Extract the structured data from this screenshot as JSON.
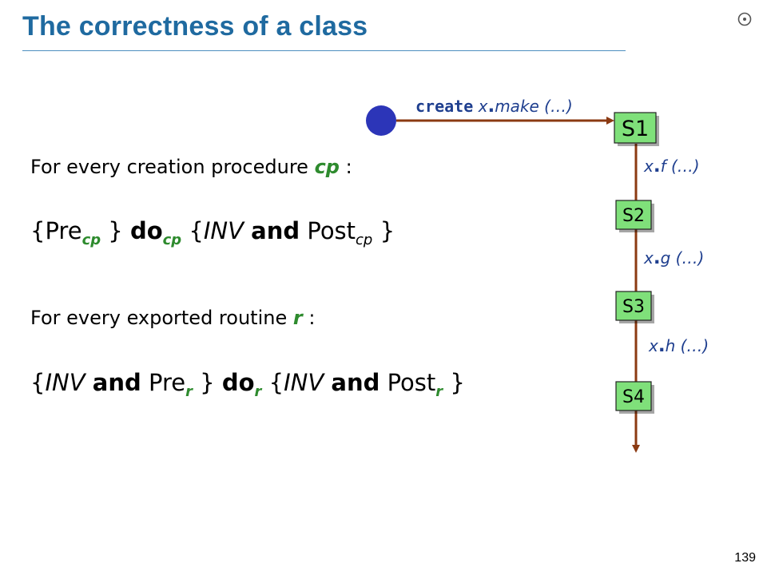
{
  "slide": {
    "title": "The correctness of a class",
    "page_number": "139"
  },
  "rule_creation": {
    "intro_text": "For every creation procedure ",
    "intro_var": "cp",
    "intro_colon": " :",
    "open_brace": "{",
    "pre": "Pre",
    "pre_sub": "cp",
    "close_brace": "}",
    "do": "do",
    "do_sub": "cp",
    "open_brace2": "{",
    "inv": "INV",
    "and": "and",
    "post": "Post",
    "post_sub": "cp",
    "close_brace2": "}"
  },
  "rule_exported": {
    "intro_text": "For every exported routine ",
    "intro_var": "r",
    "intro_colon": " :",
    "open_brace": "{",
    "inv": "INV",
    "and": "and",
    "pre": "Pre",
    "pre_sub": "r",
    "close_brace": "}",
    "do": "do",
    "do_sub": "r",
    "open_brace2": "{",
    "inv2": "INV",
    "and2": "and",
    "post": "Post",
    "post_sub": "r",
    "close_brace2": "}"
  },
  "diagram": {
    "create_keyword": "create",
    "create_target": "x",
    "create_call": "make (…)",
    "states": [
      "S1",
      "S2",
      "S3",
      "S4"
    ],
    "calls": [
      {
        "target": "x",
        "call": "f (…)"
      },
      {
        "target": "x",
        "call": "g (…)"
      },
      {
        "target": "x",
        "call": "h (…)"
      }
    ],
    "colors": {
      "start_dot": "#2c35b8",
      "arrow": "#8b3a12",
      "state_fill": "#7fe07a",
      "title": "#1f6aa0",
      "green_text": "#2e8b2e",
      "annotation": "#1f3f8f"
    }
  }
}
